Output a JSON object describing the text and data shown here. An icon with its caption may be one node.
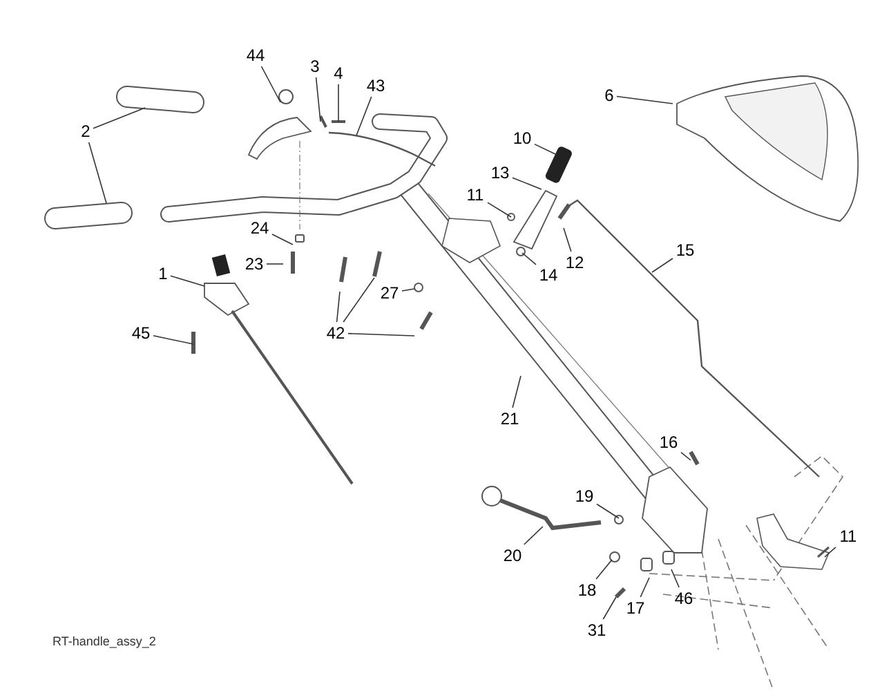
{
  "diagram": {
    "nodes": [
      {
        "text": [
          "44"
        ]
      },
      {
        "text": [
          "3"
        ]
      },
      {
        "text": [
          "4"
        ]
      },
      {
        "text": [
          "43"
        ]
      },
      {
        "text": [
          "6"
        ]
      },
      {
        "text": [
          "2"
        ]
      },
      {
        "text": [
          "10"
        ]
      },
      {
        "text": [
          "13"
        ]
      },
      {
        "text": [
          "11"
        ]
      },
      {
        "text": [
          "15"
        ]
      },
      {
        "text": [
          "24"
        ]
      },
      {
        "text": [
          "12"
        ]
      },
      {
        "text": [
          "14"
        ]
      },
      {
        "text": [
          "23"
        ]
      },
      {
        "text": [
          "1"
        ]
      },
      {
        "text": [
          "27"
        ]
      },
      {
        "text": [
          "42"
        ]
      },
      {
        "text": [
          "45"
        ]
      },
      {
        "text": [
          "21"
        ]
      },
      {
        "text": [
          "16"
        ]
      },
      {
        "text": [
          "19"
        ]
      },
      {
        "text": [
          "20"
        ]
      },
      {
        "text": [
          "11"
        ]
      },
      {
        "text": [
          "18"
        ]
      },
      {
        "text": [
          "46"
        ]
      },
      {
        "text": [
          "17"
        ]
      },
      {
        "text": [
          "31"
        ]
      },
      {
        "text": [],
        "shape": "circle"
      },
      {
        "text": [],
        "shape": "box"
      },
      {
        "text": [],
        "shape": "bar"
      },
      {
        "text": [],
        "shape": "bar"
      }
    ],
    "edges": [
      {
        "from": 0,
        "to": 27,
        "arrow": "none"
      },
      {
        "from": 1,
        "to": null,
        "arrow": "none"
      },
      {
        "from": 2,
        "to": null,
        "arrow": "none"
      },
      {
        "from": 3,
        "to": null,
        "arrow": "none"
      },
      {
        "from": 4,
        "to": null,
        "arrow": "none"
      },
      {
        "from": 5,
        "to": null,
        "arrow": "none"
      },
      {
        "from": 5,
        "to": null,
        "arrow": "none"
      },
      {
        "from": 6,
        "to": null,
        "arrow": "none"
      },
      {
        "from": 7,
        "to": null,
        "arrow": "none"
      },
      {
        "from": 8,
        "to": null,
        "arrow": "none"
      },
      {
        "from": 9,
        "to": null,
        "arrow": "none"
      },
      {
        "from": 10,
        "to": 28,
        "arrow": "none"
      },
      {
        "from": 11,
        "to": null,
        "arrow": "none"
      },
      {
        "from": 12,
        "to": null,
        "arrow": "none"
      },
      {
        "from": 13,
        "to": null,
        "arrow": "none"
      },
      {
        "from": 14,
        "to": null,
        "arrow": "none"
      },
      {
        "from": 15,
        "to": null,
        "arrow": "none"
      },
      {
        "from": 16,
        "to": null,
        "arrow": "none"
      },
      {
        "from": 16,
        "to": 29,
        "arrow": "none"
      },
      {
        "from": 16,
        "to": null,
        "arrow": "none"
      },
      {
        "from": 17,
        "to": null,
        "arrow": "none"
      },
      {
        "from": 18,
        "to": null,
        "arrow": "none"
      },
      {
        "from": 19,
        "to": null,
        "arrow": "none"
      },
      {
        "from": 20,
        "to": null,
        "arrow": "none"
      },
      {
        "from": 21,
        "to": null,
        "arrow": "none"
      },
      {
        "from": 22,
        "to": null,
        "arrow": "none"
      },
      {
        "from": 23,
        "to": null,
        "arrow": "none"
      },
      {
        "from": 24,
        "to": null,
        "arrow": "none"
      },
      {
        "from": 25,
        "to": null,
        "arrow": "none"
      },
      {
        "from": 26,
        "to": 30,
        "arrow": "none"
      }
    ],
    "labels": [
      "RT-handle_assy_2"
    ]
  }
}
